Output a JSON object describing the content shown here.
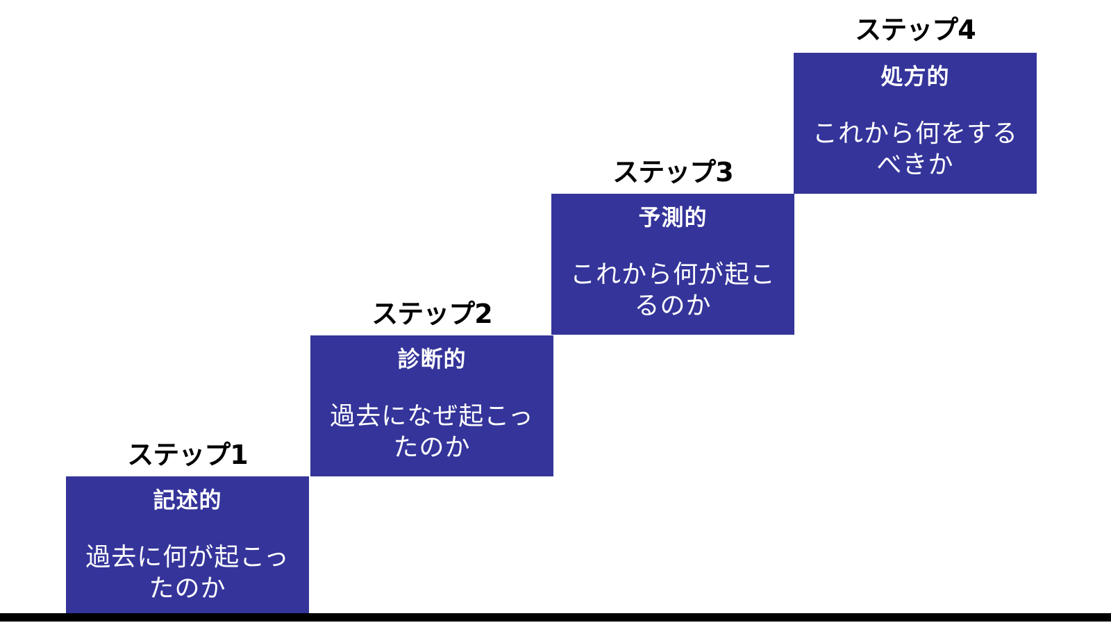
{
  "steps": [
    {
      "heading": "ステップ1",
      "title": "記述的",
      "description": "過去に何が起こったのか"
    },
    {
      "heading": "ステップ2",
      "title": "診断的",
      "description": "過去になぜ起こったのか"
    },
    {
      "heading": "ステップ3",
      "title": "予測的",
      "description": "これから何が起こるのか"
    },
    {
      "heading": "ステップ4",
      "title": "処方的",
      "description": "これから何をするべきか"
    }
  ],
  "colors": {
    "box_fill": "#34349a",
    "box_text": "#ffffff",
    "heading_text": "#000000",
    "baseline": "#000000",
    "background": "#ffffff"
  }
}
